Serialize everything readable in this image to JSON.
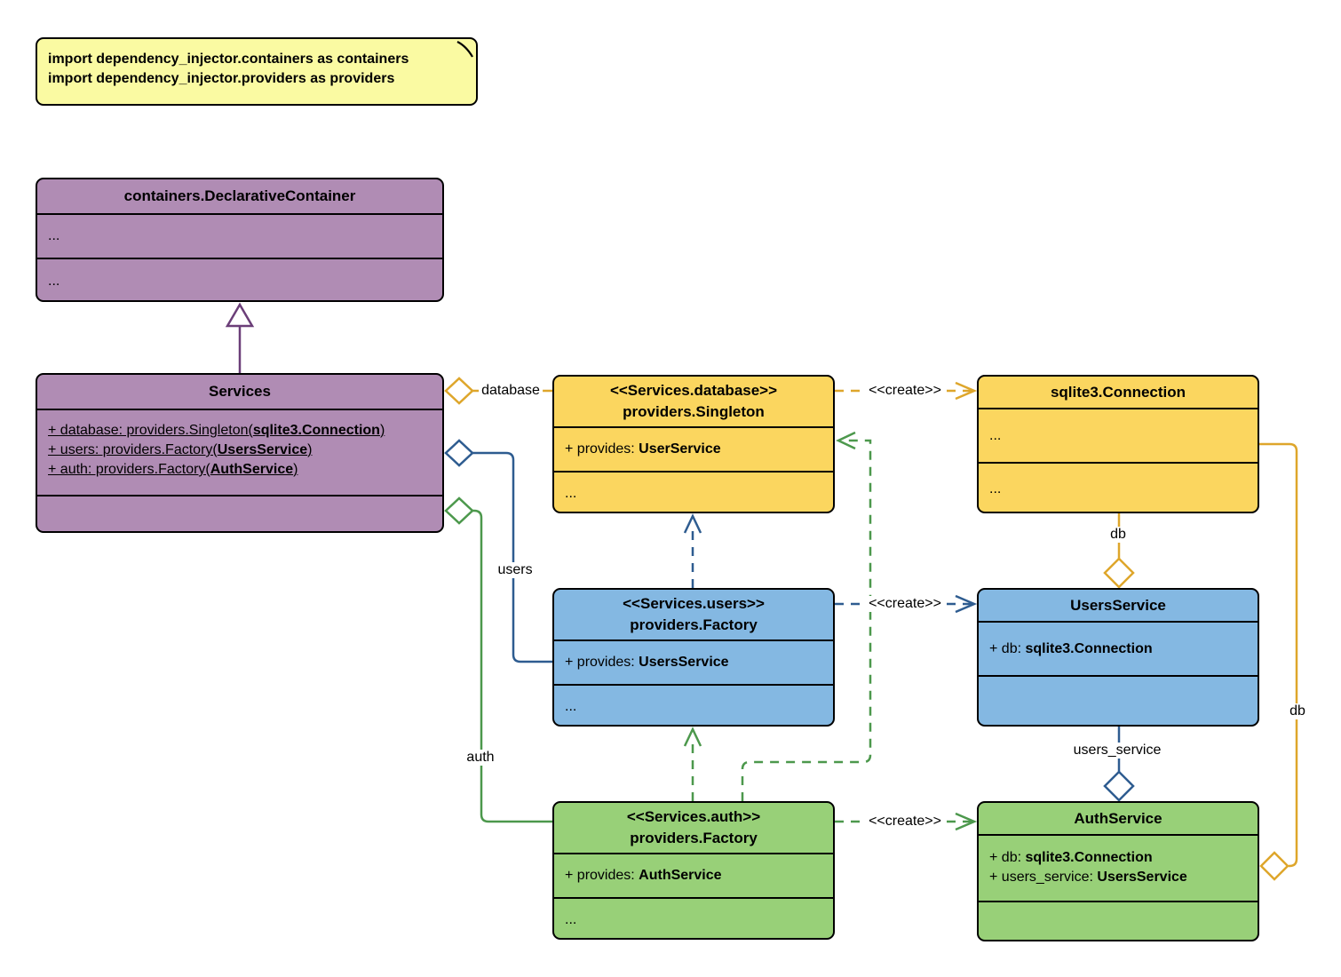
{
  "note": {
    "lines": [
      "import dependency_injector.containers as containers",
      "import dependency_injector.providers as providers"
    ]
  },
  "classes": {
    "declarative_container": {
      "title": "containers.DeclarativeContainer",
      "section1": "...",
      "section2": "..."
    },
    "services": {
      "title": "Services",
      "attrs": [
        {
          "pre": "+ database: providers.Singleton(",
          "bold": "sqlite3.Connection",
          "post": ")"
        },
        {
          "pre": "+ users: providers.Factory(",
          "bold": "UsersService",
          "post": ")"
        },
        {
          "pre": "+ auth: providers.Factory(",
          "bold": "AuthService",
          "post": ")"
        }
      ]
    },
    "singleton_database": {
      "stereotype": "<<Services.database>>",
      "title": "providers.Singleton",
      "provides_pre": "+ provides: ",
      "provides_bold": "UserService",
      "dots": "..."
    },
    "sqlite_connection": {
      "title": "sqlite3.Connection",
      "section1": "...",
      "section2": "..."
    },
    "factory_users": {
      "stereotype": "<<Services.users>>",
      "title": "providers.Factory",
      "provides_pre": "+ provides: ",
      "provides_bold": "UsersService",
      "dots": "..."
    },
    "users_service": {
      "title": "UsersService",
      "attrs": [
        {
          "pre": "+ db: ",
          "bold": "sqlite3.Connection"
        }
      ]
    },
    "factory_auth": {
      "stereotype": "<<Services.auth>>",
      "title": "providers.Factory",
      "provides_pre": "+ provides: ",
      "provides_bold": "AuthService",
      "dots": "..."
    },
    "auth_service": {
      "title": "AuthService",
      "attrs": [
        {
          "pre": "+ db: ",
          "bold": "sqlite3.Connection"
        },
        {
          "pre": "+ users_service: ",
          "bold": "UsersService"
        }
      ]
    }
  },
  "edges": {
    "database": "database",
    "users": "users",
    "auth": "auth",
    "db_users": "db",
    "db_auth": "db",
    "users_service": "users_service",
    "create_database": "<<create>>",
    "create_users": "<<create>>",
    "create_auth": "<<create>>"
  },
  "colors": {
    "purple_fill": "#B08CB4",
    "purple_line": "#6B3E78",
    "yellow_fill": "#FBD65F",
    "yellow_line": "#DEA62B",
    "blue_fill": "#84B8E2",
    "blue_line": "#2E5C90",
    "green_fill": "#98D078",
    "green_line": "#4C984C",
    "note_fill": "#FAFAA2"
  }
}
